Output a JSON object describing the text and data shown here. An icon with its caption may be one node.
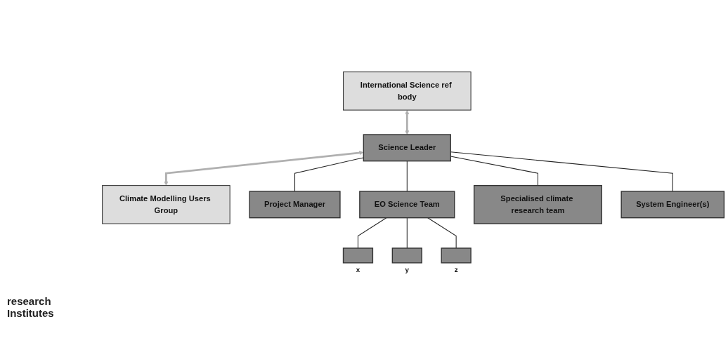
{
  "diagram": {
    "nodes": [
      {
        "text": [
          "International Science ref body"
        ]
      },
      {
        "text": [
          "Science Leader"
        ]
      },
      {
        "text": [
          "Climate Modelling Users Group"
        ]
      },
      {
        "text": [
          "Project Manager"
        ]
      },
      {
        "text": [
          "EO Science Team"
        ]
      },
      {
        "text": [
          "Specialised climate research team"
        ]
      },
      {
        "text": [
          "System Engineer(s)"
        ]
      },
      {
        "text": [],
        "shape": "box",
        "beside": [
          "x"
        ]
      },
      {
        "text": [],
        "shape": "box",
        "beside": [
          "y"
        ]
      },
      {
        "text": [],
        "shape": "box",
        "beside": [
          "z"
        ]
      }
    ],
    "edges": [
      {
        "from": 0,
        "to": 1,
        "arrow": "both",
        "style": "thick",
        "color": "#b0b0b0"
      },
      {
        "from": 1,
        "to": 2,
        "arrow": "both",
        "style": "thick",
        "color": "#b0b0b0"
      },
      {
        "from": 1,
        "to": 3,
        "arrow": "none"
      },
      {
        "from": 1,
        "to": 4,
        "arrow": "none"
      },
      {
        "from": 1,
        "to": 5,
        "arrow": "none"
      },
      {
        "from": 1,
        "to": 6,
        "arrow": "none"
      },
      {
        "from": 4,
        "to": 7,
        "arrow": "none"
      },
      {
        "from": 4,
        "to": 8,
        "arrow": "none"
      },
      {
        "from": 4,
        "to": 9,
        "arrow": "none"
      }
    ],
    "labels": [
      "research Institutes"
    ]
  }
}
